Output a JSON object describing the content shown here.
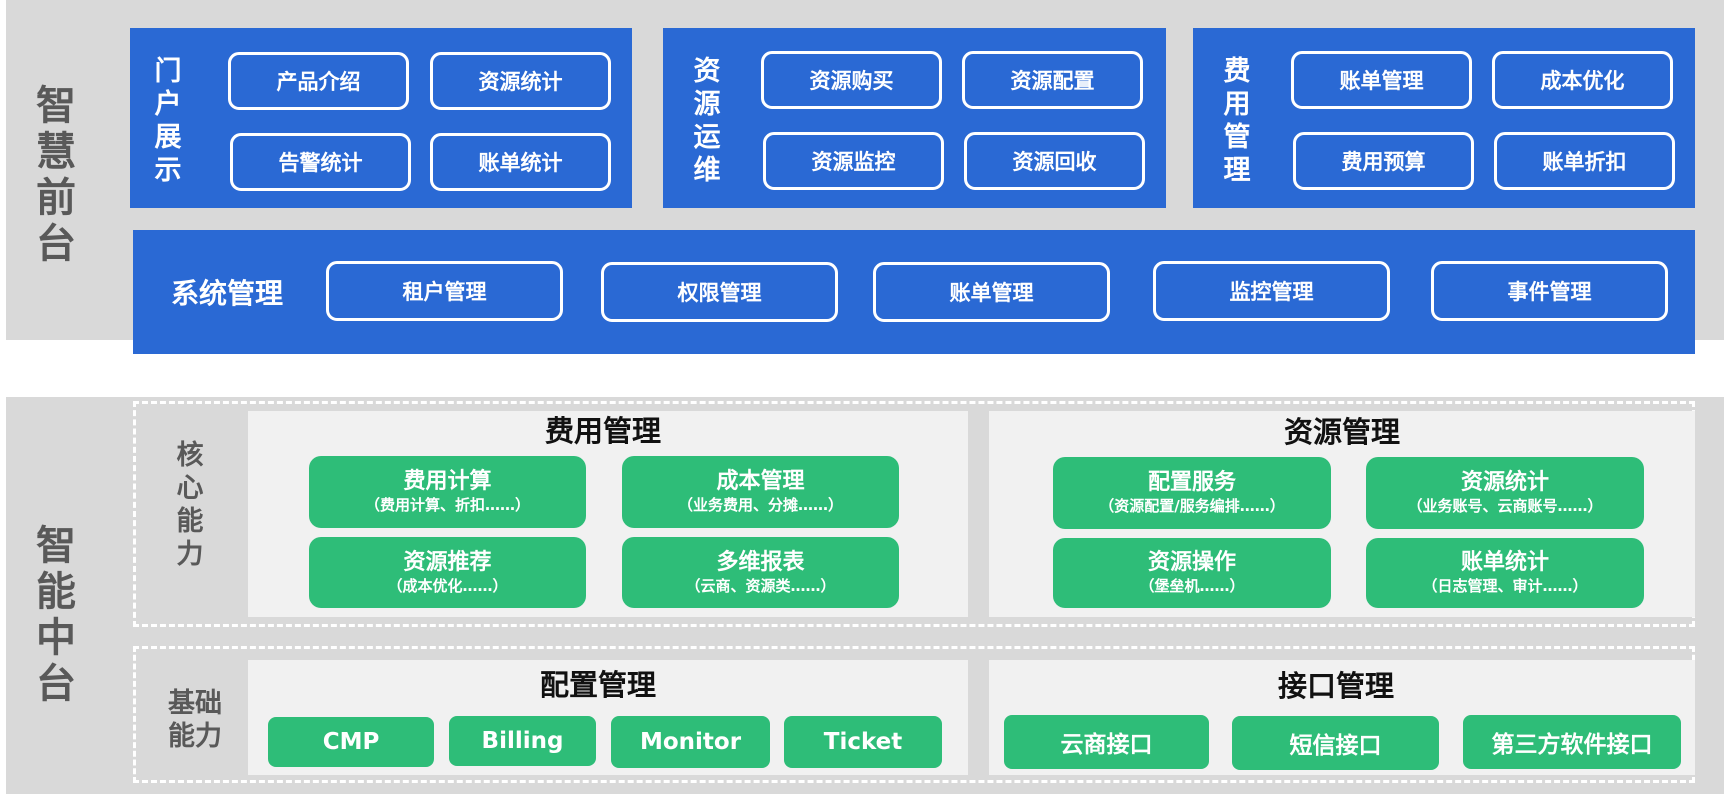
{
  "front": {
    "title_chars": [
      "智",
      "慧",
      "前",
      "台"
    ],
    "portal": {
      "title_chars": [
        "门",
        "户",
        "展",
        "示"
      ],
      "buttons": [
        "产品介绍",
        "资源统计",
        "告警统计",
        "账单统计"
      ]
    },
    "ops": {
      "title_chars": [
        "资",
        "源",
        "运",
        "维"
      ],
      "buttons": [
        "资源购买",
        "资源配置",
        "资源监控",
        "资源回收"
      ]
    },
    "cost": {
      "title_chars": [
        "费",
        "用",
        "管",
        "理"
      ],
      "buttons": [
        "账单管理",
        "成本优化",
        "费用预算",
        "账单折扣"
      ]
    },
    "system": {
      "title": "系统管理",
      "buttons": [
        "租户管理",
        "权限管理",
        "账单管理",
        "监控管理",
        "事件管理"
      ]
    }
  },
  "middle": {
    "title_chars": [
      "智",
      "能",
      "中",
      "台"
    ],
    "core": {
      "title_chars": [
        "核",
        "心",
        "能",
        "力"
      ],
      "fee": {
        "title": "费用管理",
        "items": [
          {
            "main": "费用计算",
            "sub": "（费用计算、折扣……）"
          },
          {
            "main": "成本管理",
            "sub": "（业务费用、分摊……）"
          },
          {
            "main": "资源推荐",
            "sub": "（成本优化……）"
          },
          {
            "main": "多维报表",
            "sub": "（云商、资源类……）"
          }
        ]
      },
      "resource": {
        "title": "资源管理",
        "items": [
          {
            "main": "配置服务",
            "sub": "（资源配置/服务编排……）"
          },
          {
            "main": "资源统计",
            "sub": "（业务账号、云商账号……）"
          },
          {
            "main": "资源操作",
            "sub": "（堡垒机……）"
          },
          {
            "main": "账单统计",
            "sub": "（日志管理、审计……）"
          }
        ]
      }
    },
    "base": {
      "title_lines": [
        "基础",
        "能力"
      ],
      "config": {
        "title": "配置管理",
        "items": [
          "CMP",
          "Billing",
          "Monitor",
          "Ticket"
        ]
      },
      "interface": {
        "title": "接口管理",
        "items": [
          "云商接口",
          "短信接口",
          "第三方软件接口"
        ]
      }
    }
  },
  "colors": {
    "layer_bg": "#d9d9d9",
    "blue": "#2a69d4",
    "green": "#2ebd78",
    "panel_bg": "#f1f1f1",
    "layer_text": "#595959"
  }
}
